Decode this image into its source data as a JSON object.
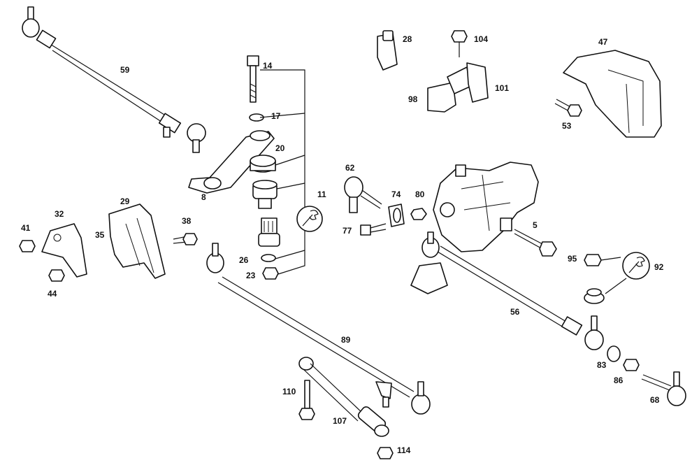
{
  "figure": {
    "callouts": [
      "59",
      "14",
      "17",
      "20",
      "8",
      "11",
      "62",
      "74",
      "80",
      "77",
      "5",
      "28",
      "104",
      "98",
      "101",
      "47",
      "53",
      "29",
      "32",
      "41",
      "35",
      "38",
      "44",
      "26",
      "23",
      "89",
      "110",
      "107",
      "114",
      "56",
      "95",
      "92",
      "83",
      "86",
      "68"
    ]
  }
}
